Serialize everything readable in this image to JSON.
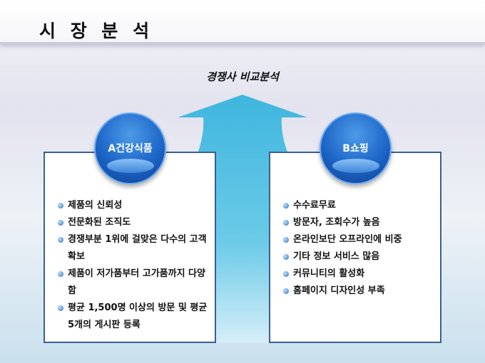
{
  "header": {
    "title": "시 장 분 석"
  },
  "subtitle": "경쟁사 비교분석",
  "left": {
    "label": "A건강식품",
    "items": [
      "제품의 신뢰성",
      "전문화된 조직도",
      "경쟁부분 1위에 걸맞은 다수의 고객 확보",
      "제품이 저가품부터 고가품까지 다양함",
      "평균 1,500명 이상의 방문 및 평균 5개의 게시판 등록"
    ]
  },
  "right": {
    "label": "B쇼핑",
    "items": [
      "수수료무료",
      "방문자, 조회수가 높음",
      "온라인보단 오프라인에 비중",
      "기타 정보 서비스 많음",
      "커뮤니티의 활성화",
      "홈페이지 디자인성 부족"
    ]
  },
  "colors": {
    "accent": "#1d66c8",
    "arrow": "#4ec0e0",
    "border": "#3a5f95"
  }
}
